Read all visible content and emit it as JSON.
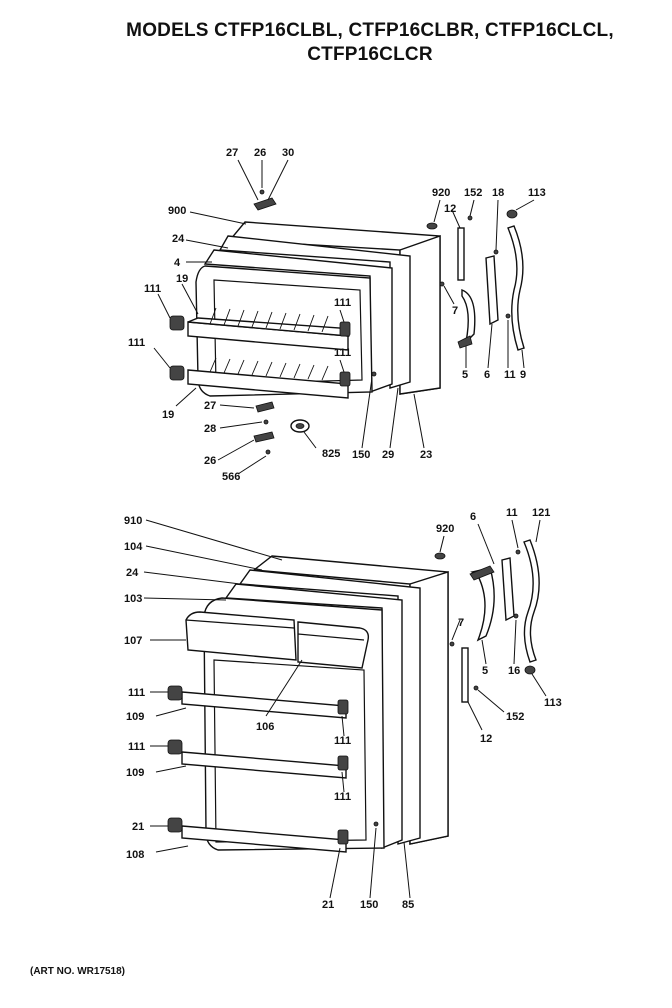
{
  "title": {
    "line1": "MODELS CTFP16CLBL,  CTFP16CLBR, CTFP16CLCL,",
    "line2": "CTFP16CLCR"
  },
  "art_no": "(ART NO. WR17518)",
  "labels": {
    "top": [
      "27",
      "26",
      "30",
      "900",
      "24",
      "4",
      "111",
      "19",
      "111",
      "19",
      "27",
      "28",
      "26",
      "566",
      "825",
      "111",
      "111",
      "150",
      "29",
      "23",
      "920",
      "152",
      "12",
      "18",
      "113",
      "7",
      "5",
      "6",
      "11",
      "9"
    ],
    "bottom": [
      "910",
      "104",
      "24",
      "103",
      "107",
      "111",
      "109",
      "111",
      "109",
      "21",
      "108",
      "106",
      "111",
      "111",
      "21",
      "150",
      "85",
      "920",
      "6",
      "11",
      "121",
      "7",
      "5",
      "16",
      "113",
      "12",
      "152"
    ]
  }
}
